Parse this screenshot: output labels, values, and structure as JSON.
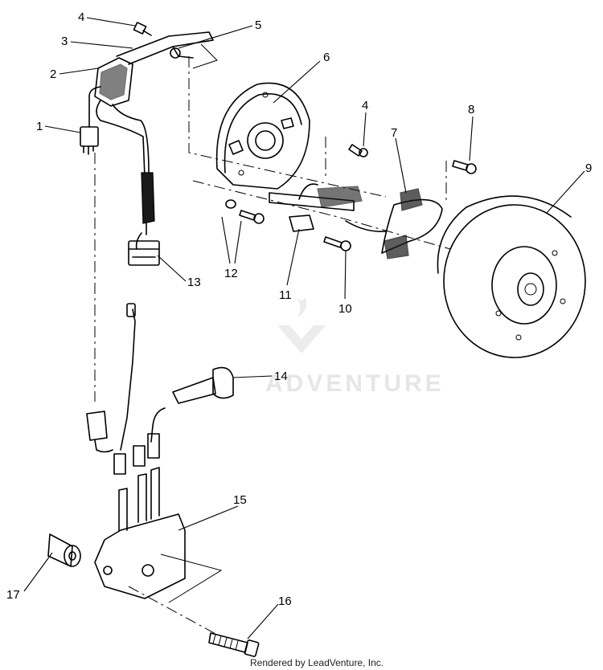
{
  "callouts": [
    {
      "label": "1"
    },
    {
      "label": "2"
    },
    {
      "label": "3"
    },
    {
      "label": "4"
    },
    {
      "label": "5"
    },
    {
      "label": "6"
    },
    {
      "label": "4"
    },
    {
      "label": "7"
    },
    {
      "label": "8"
    },
    {
      "label": "9"
    },
    {
      "label": "10"
    },
    {
      "label": "11"
    },
    {
      "label": "12"
    },
    {
      "label": "13"
    },
    {
      "label": "14"
    },
    {
      "label": "15"
    },
    {
      "label": "16"
    },
    {
      "label": "17"
    }
  ],
  "watermark": "ADVENTURE",
  "credit": "Rendered by LeadVenture, Inc."
}
